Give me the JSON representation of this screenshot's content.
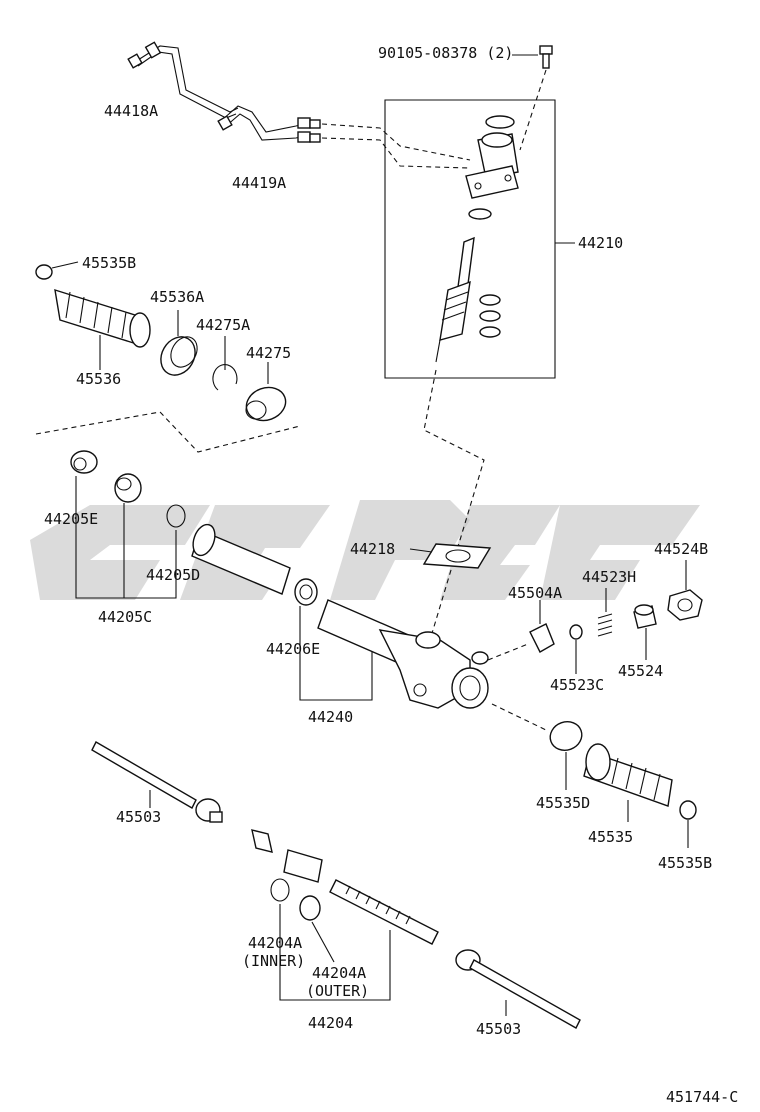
{
  "diagram_id": "451744-C",
  "labels": {
    "bolt": "90105-08378 (2)",
    "p44418A": "44418A",
    "p44419A": "44419A",
    "p44210": "44210",
    "p45535B_top": "45535B",
    "p45536A": "45536A",
    "p44275A": "44275A",
    "p44275": "44275",
    "p45536": "45536",
    "p44205E": "44205E",
    "p44205D": "44205D",
    "p44205C": "44205C",
    "p44218": "44218",
    "p45504A": "45504A",
    "p44523H": "44523H",
    "p44524B": "44524B",
    "p44206E": "44206E",
    "p45523C": "45523C",
    "p45524": "45524",
    "p44240": "44240",
    "p45535D": "45535D",
    "p45535": "45535",
    "p45503_top": "45503",
    "p45535B_bottom": "45535B",
    "p44204A_inner": "44204A",
    "p44204A_inner_note": "(INNER)",
    "p44204A_outer": "44204A",
    "p44204A_outer_note": "(OUTER)",
    "p44204": "44204",
    "p45503_bottom": "45503"
  }
}
